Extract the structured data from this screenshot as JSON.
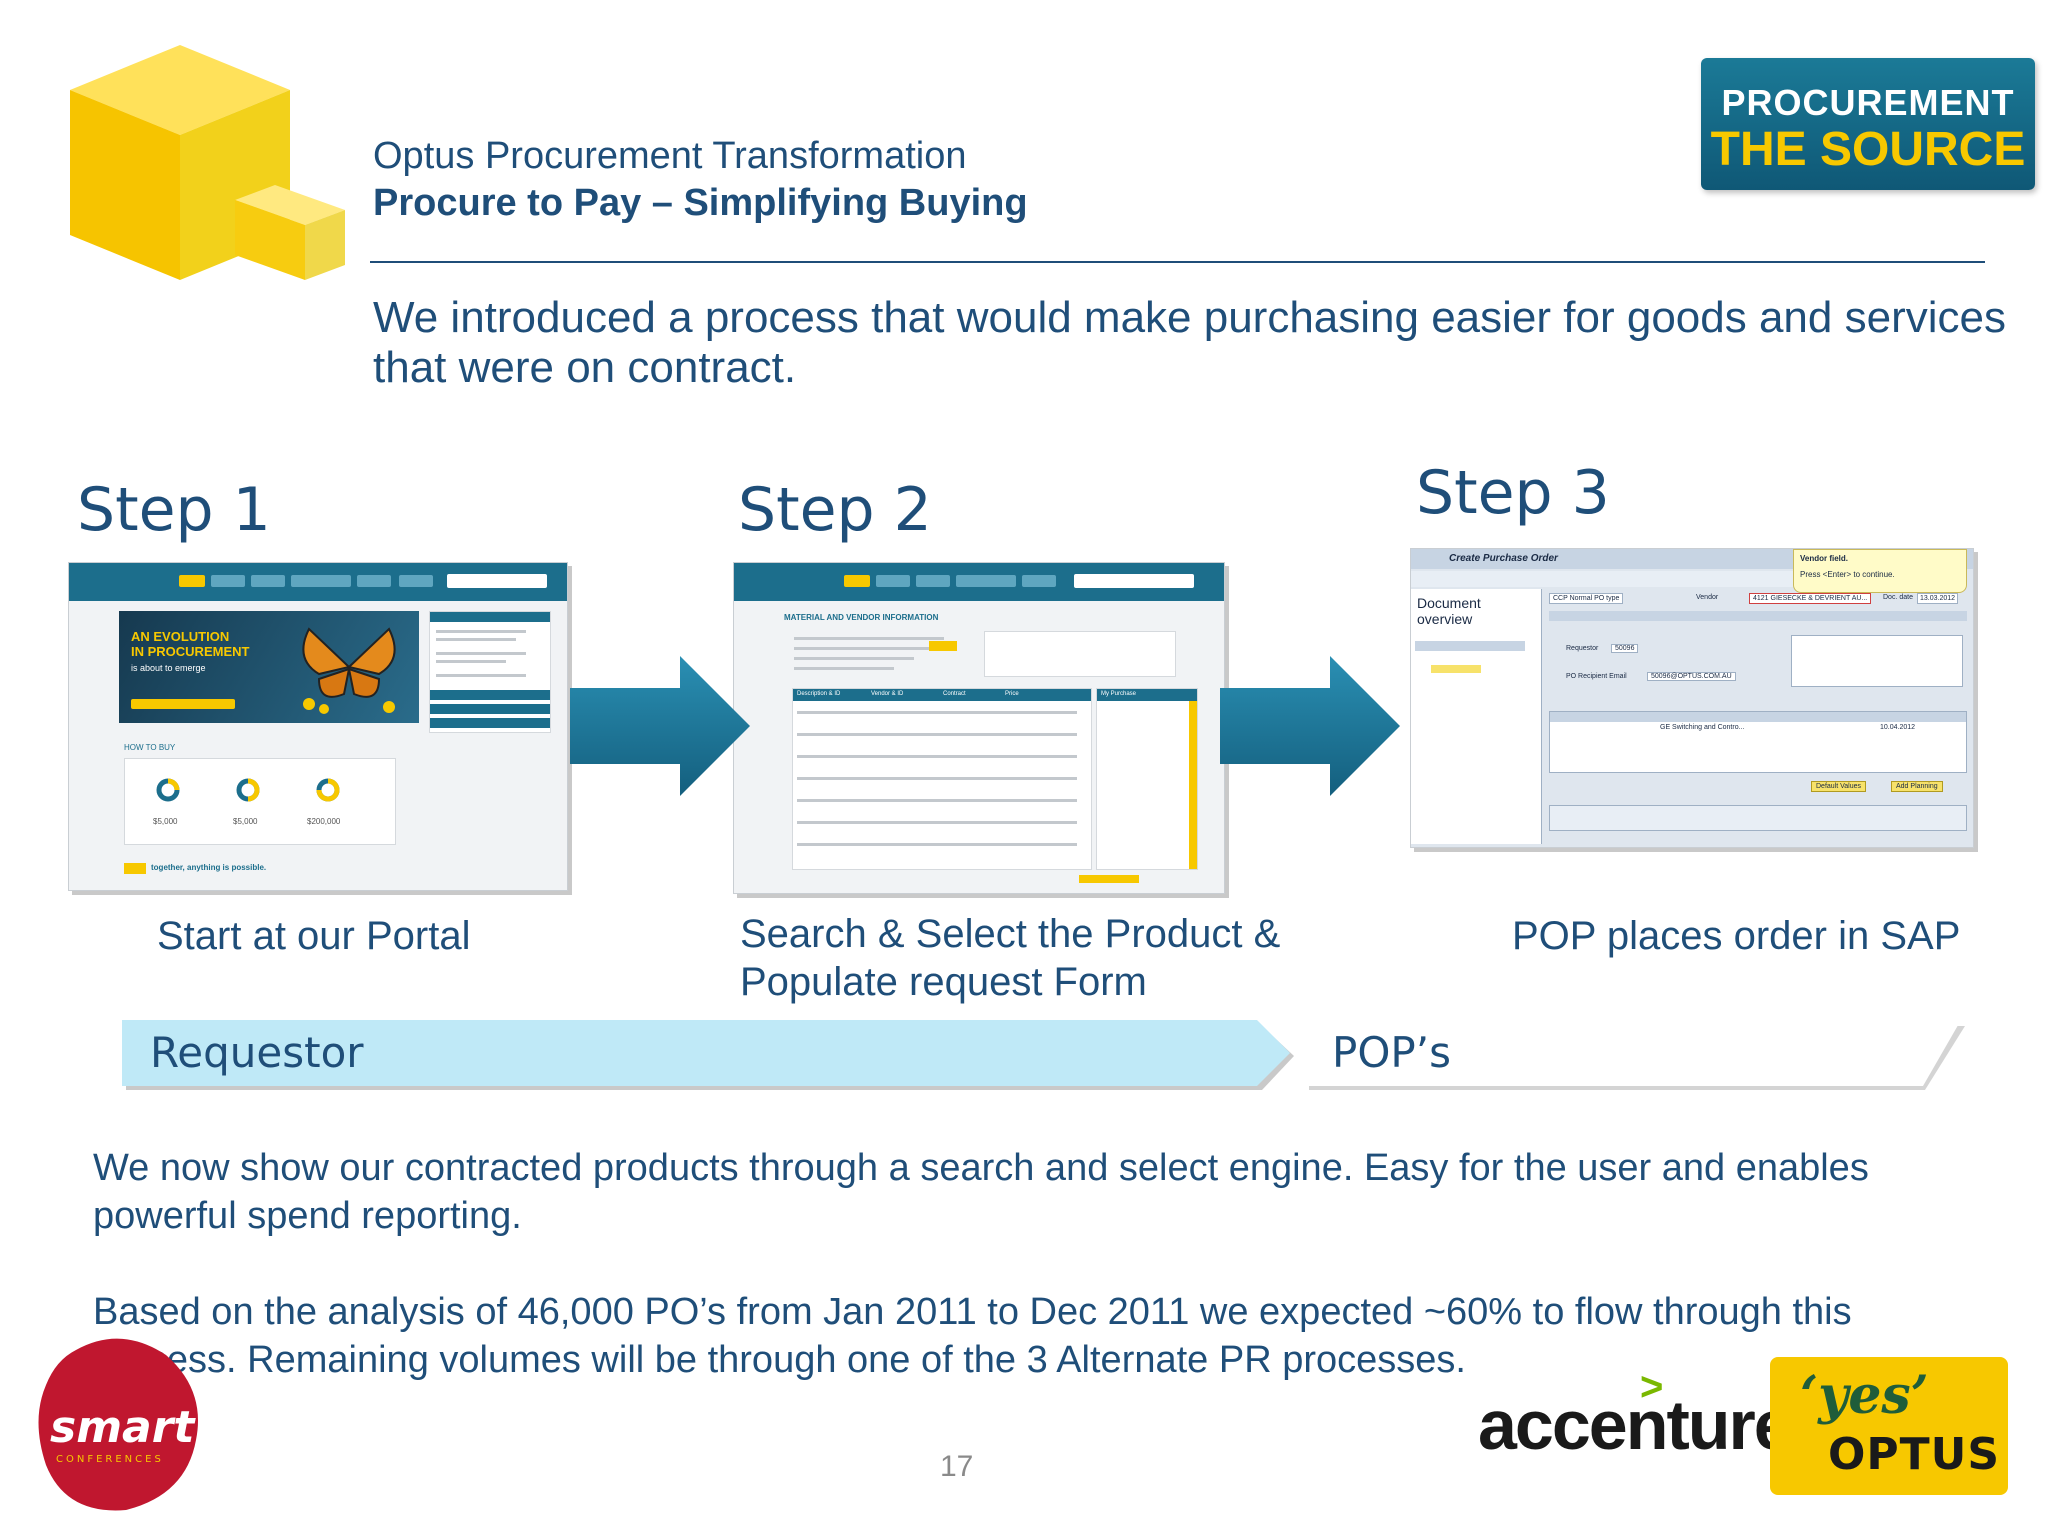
{
  "header": {
    "line1": "Optus Procurement Transformation",
    "line2": "Procure to Pay – Simplifying Buying",
    "badge_line1": "PROCUREMENT",
    "badge_line2": "THE SOURCE"
  },
  "intro": "We introduced a process that would make purchasing easier for goods and services that were on contract.",
  "steps": [
    {
      "title": "Step 1",
      "caption": "Start at our Portal"
    },
    {
      "title": "Step 2",
      "caption_line1": "Search & Select the Product &",
      "caption_line2": "Populate request Form"
    },
    {
      "title": "Step 3",
      "caption": "POP places order in SAP"
    }
  ],
  "portal_mock": {
    "hero_line1": "AN EVOLUTION",
    "hero_line2": "IN PROCUREMENT",
    "hero_line3": "is about to emerge",
    "section": "HOW TO BUY",
    "values": [
      "$5,000",
      "$5,000",
      "$200,000"
    ],
    "tagline": "together, anything is possible."
  },
  "search_mock": {
    "heading": "MATERIAL AND VENDOR INFORMATION",
    "columns": [
      "Description & ID",
      "Vendor & ID",
      "Contract",
      "Price"
    ],
    "side_panel": "My Purchase"
  },
  "sap_mock": {
    "title": "Create Purchase Order",
    "tooltip_line1": "Vendor field.",
    "tooltip_line2": "Press <Enter> to continue.",
    "doc_overview": "Document overview",
    "po_type": "CCP Normal PO type",
    "vendor_label": "Vendor",
    "vendor_value": "4121 GIESECKE & DEVRIENT AU...",
    "doc_date_label": "Doc. date",
    "doc_date_value": "13.03.2012",
    "requestor_label": "Requestor",
    "requestor_value": "50096",
    "email_label": "PO Recipient Email",
    "email_value": "50096@OPTUS.COM.AU",
    "item_text": "GE Switching and Contro...",
    "deliv_date": "10.04.2012",
    "buttons": [
      "Default Values",
      "Add Planning"
    ]
  },
  "roles": {
    "requestor": "Requestor",
    "pops": "POP’s"
  },
  "para1": "We now show our contracted products through a search and select engine. Easy for the user and enables powerful spend reporting.",
  "para2": "Based on the analysis of 46,000 PO’s from Jan 2011 to Dec 2011 we expected ~60% to flow through this process. Remaining volumes will be through one of the 3 Alternate PR processes.",
  "page_number": "17",
  "logos": {
    "smart_word": "smart",
    "smart_sub": "CONFERENCES",
    "accenture": "accenture",
    "accenture_mark": ">",
    "optus_yes": "‘yes’",
    "optus_name": "OPTUS"
  },
  "colors": {
    "primary_text": "#1f4e79",
    "requestor_bar": "#bfe9f7",
    "arrow": "#1b6f8f",
    "brand_yellow": "#f7c800"
  }
}
